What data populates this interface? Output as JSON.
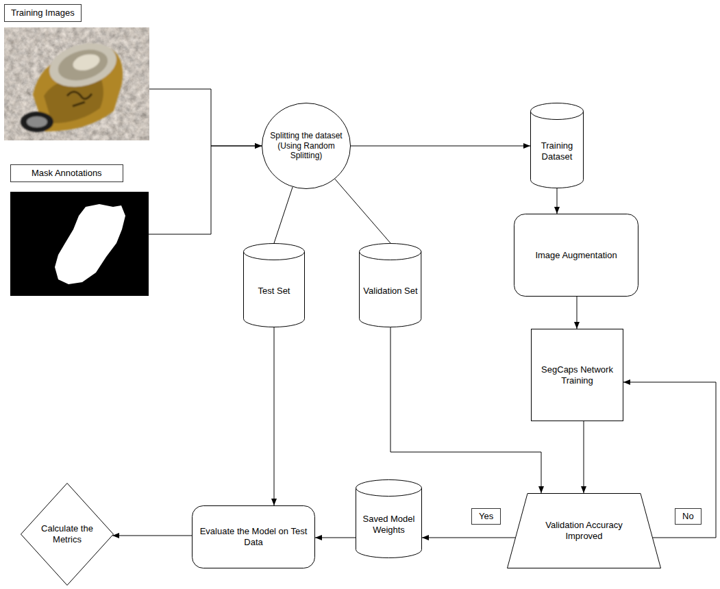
{
  "diagram": {
    "nodes": [
      {
        "text": [
          "Training Images"
        ]
      },
      {
        "text": [
          "Mask Annotations"
        ]
      },
      {
        "text": [
          "Splitting the dataset (Using Random Splitting)"
        ]
      },
      {
        "text": [
          "Training Dataset"
        ]
      },
      {
        "text": [
          "Image Augmentation"
        ]
      },
      {
        "text": [
          "Test Set"
        ]
      },
      {
        "text": [
          "Validation Set"
        ]
      },
      {
        "text": [
          "SegCaps Network Training"
        ]
      },
      {
        "text": [
          "Validation Accuracy Improved"
        ]
      },
      {
        "text": [
          "Saved Model Weights"
        ]
      },
      {
        "text": [
          "Evaluate the Model on Test Data"
        ]
      },
      {
        "text": [
          "Calculate the Metrics"
        ]
      }
    ],
    "edges": [
      {
        "from": 0,
        "to": 2,
        "arrow": "to"
      },
      {
        "from": 1,
        "to": 2,
        "arrow": "to"
      },
      {
        "from": 2,
        "to": 3,
        "arrow": "to"
      },
      {
        "from": 2,
        "to": 5,
        "arrow": "none"
      },
      {
        "from": 2,
        "to": 6,
        "arrow": "none"
      },
      {
        "from": 3,
        "to": 4,
        "arrow": "to"
      },
      {
        "from": 4,
        "to": 7,
        "arrow": "to"
      },
      {
        "from": 7,
        "to": 8,
        "arrow": "to"
      },
      {
        "from": 6,
        "to": 8,
        "arrow": "to"
      },
      {
        "from": 8,
        "to": 9,
        "label": "Yes",
        "arrow": "to"
      },
      {
        "from": 8,
        "to": 7,
        "label": "No",
        "arrow": "to"
      },
      {
        "from": 9,
        "to": 10,
        "arrow": "to"
      },
      {
        "from": 5,
        "to": 10,
        "arrow": "to"
      },
      {
        "from": 10,
        "to": 11,
        "arrow": "to"
      }
    ]
  }
}
